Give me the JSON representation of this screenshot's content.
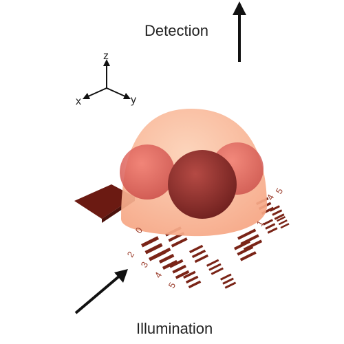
{
  "labels": {
    "detection": "Detection",
    "illumination": "Illumination"
  },
  "axes": {
    "z": "z",
    "x": "x",
    "y": "y"
  },
  "target_numbers": {
    "front": [
      "2",
      "3",
      "4",
      "5"
    ],
    "top": [
      "0",
      "1"
    ],
    "right": [
      "5",
      "4"
    ]
  },
  "colors": {
    "dome": "#f8b08e",
    "sphere_center": "#8e2e2b",
    "sphere_side": "#e0605a",
    "bars": "#7a2417",
    "block": "#6b1a12",
    "arrow": "#111111"
  }
}
